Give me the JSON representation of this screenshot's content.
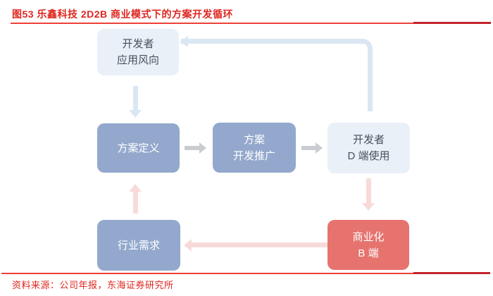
{
  "figure": {
    "title": "图53 乐鑫科技 2D2B 商业模式下的方案开发循环",
    "source": "资料来源：公司年报，东海证券研究所"
  },
  "diagram": {
    "nodes": {
      "developer_trend": {
        "line1": "开发者",
        "line2": "应用风向"
      },
      "solution_definition": {
        "line1": "方案定义"
      },
      "solution_dev_promo": {
        "line1": "方案",
        "line2": "开发推广"
      },
      "developer_d_side": {
        "line1": "开发者",
        "line2": "D 端使用"
      },
      "industry_demand": {
        "line1": "行业需求"
      },
      "commercialization_b_side": {
        "line1": "商业化",
        "line2": "B 端"
      }
    },
    "colors": {
      "accent_red": "#DF261F",
      "rule_red": "#EE4038",
      "rule_dark_red": "#C3242C",
      "light_blue_box": "#E9F0F8",
      "light_box_text": "#475059",
      "blue_box": "#93A8CC",
      "red_box": "#E6736E",
      "box_text_white": "#FFFFFF",
      "light_blue_arrow": "#DAE7F3",
      "pink_arrow": "#F8DBD9",
      "gray_arrow": "#C9CDD2"
    }
  }
}
